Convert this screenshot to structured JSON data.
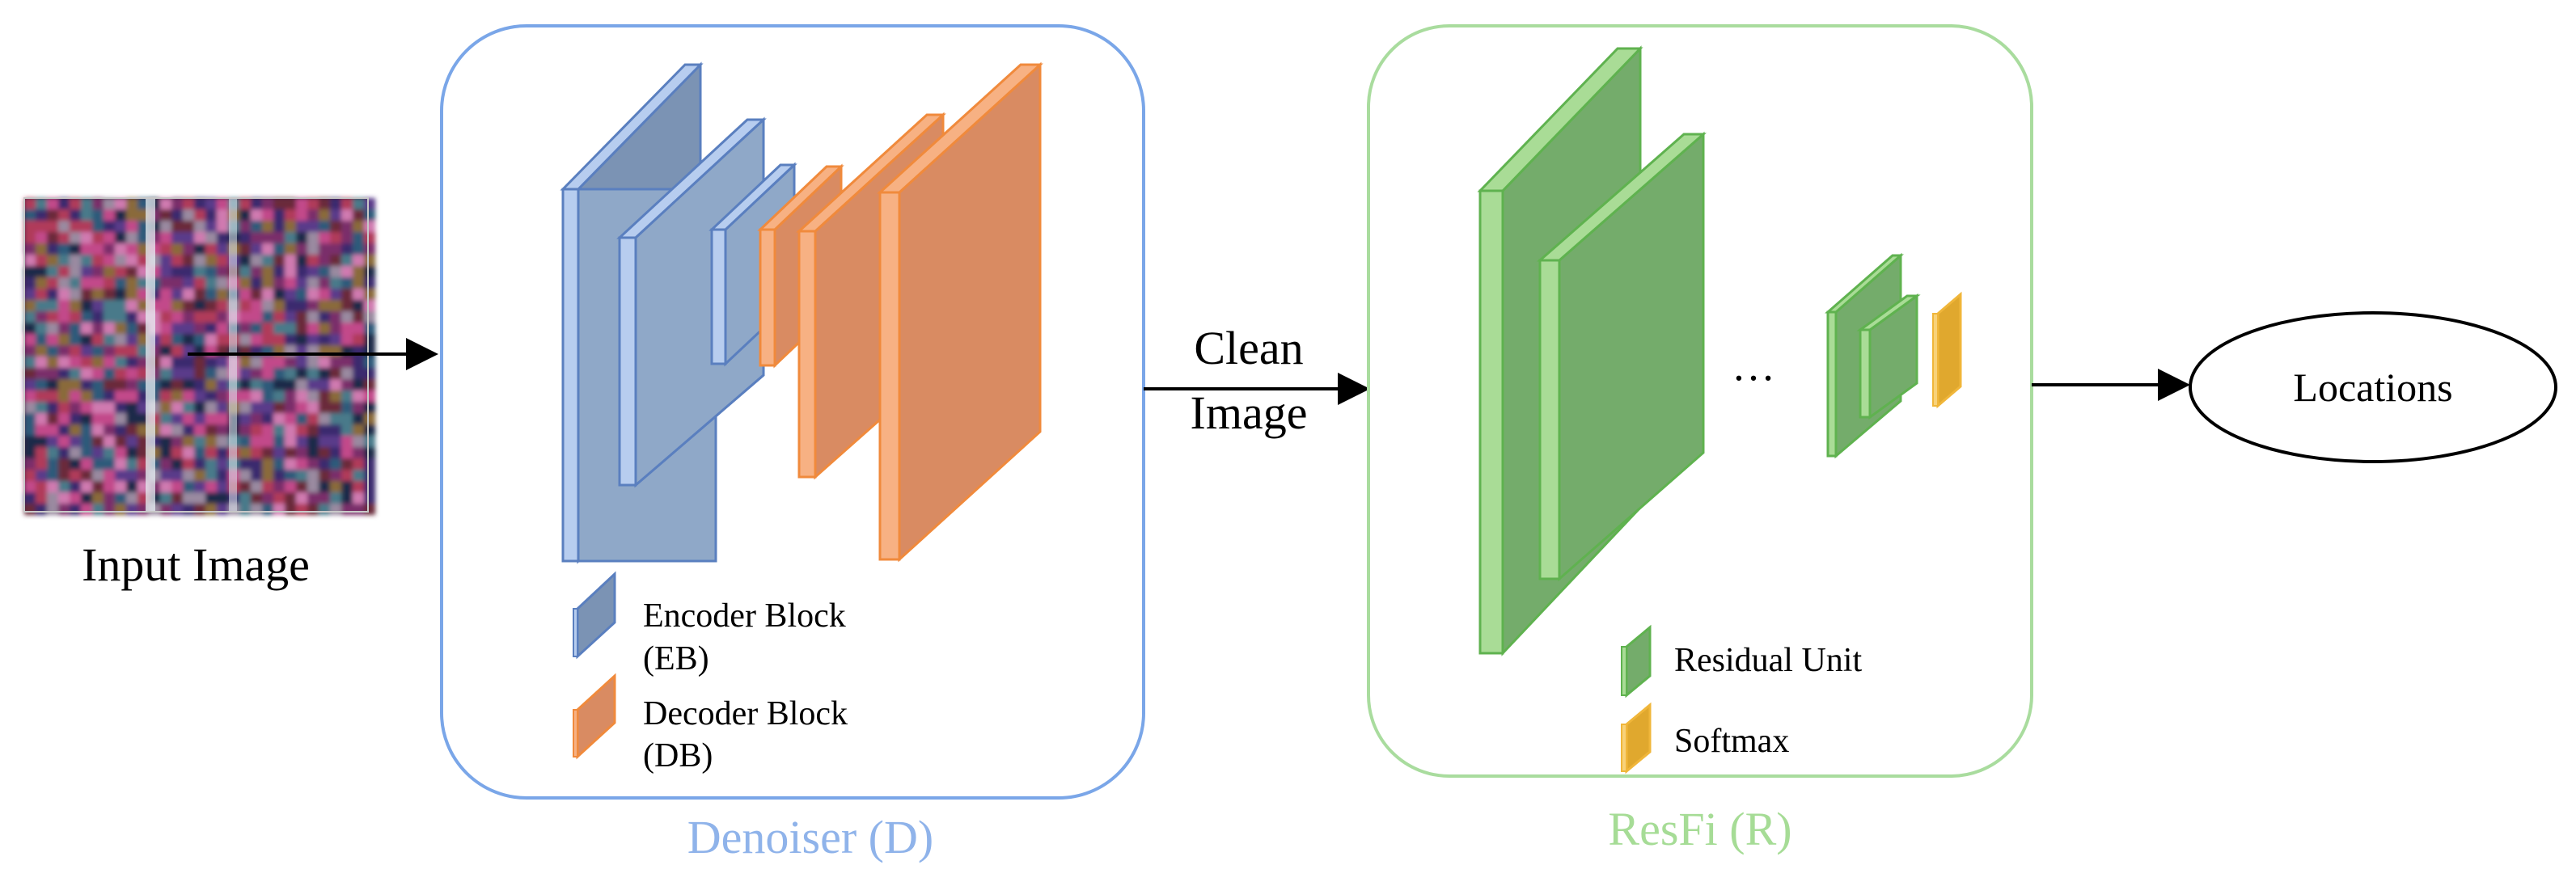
{
  "input": {
    "label": "Input Image"
  },
  "denoiser": {
    "title": "Denoiser (D)",
    "legend": [
      {
        "line1": "Encoder Block",
        "line2": "(EB)"
      },
      {
        "line1": "Decoder Block",
        "line2": "(DB)"
      }
    ]
  },
  "flow": {
    "clean_line1": "Clean",
    "clean_line2": "Image"
  },
  "resfi": {
    "title": "ResFi (R)",
    "ellipsis": "…",
    "legend": [
      {
        "label": "Residual Unit"
      },
      {
        "label": "Softmax"
      }
    ]
  },
  "output": {
    "label": "Locations"
  },
  "colors": {
    "encoder": "#8fa8c8",
    "decoder": "#d98b62",
    "residual": "#74ac6b",
    "softmax": "#e0a82e",
    "denoiser_border": "#7aa6e8",
    "resfi_border": "#a9dc9e",
    "denoiser_title": "#8fb3ea",
    "resfi_title": "#a6dc96"
  }
}
